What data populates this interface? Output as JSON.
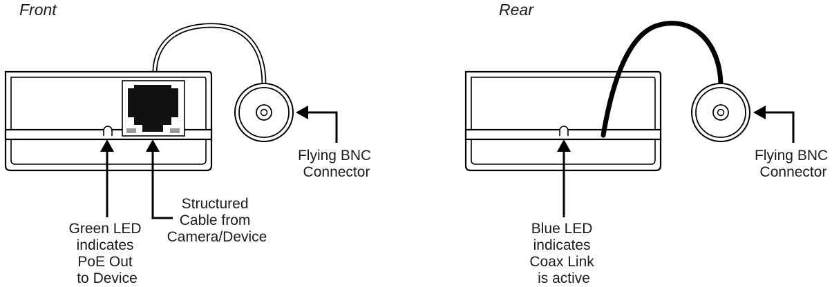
{
  "views": {
    "front": {
      "title": "Front",
      "callouts": {
        "green_led": [
          "Green LED",
          "indicates",
          "PoE Out",
          "to Device"
        ],
        "structured_cable": [
          "Structured",
          "Cable from",
          "Camera/Device"
        ],
        "bnc": [
          "Flying BNC",
          "Connector"
        ]
      }
    },
    "rear": {
      "title": "Rear",
      "callouts": {
        "blue_led": [
          "Blue LED",
          "indicates",
          "Coax Link",
          "is active"
        ],
        "bnc": [
          "Flying BNC",
          "Connector"
        ]
      }
    }
  }
}
